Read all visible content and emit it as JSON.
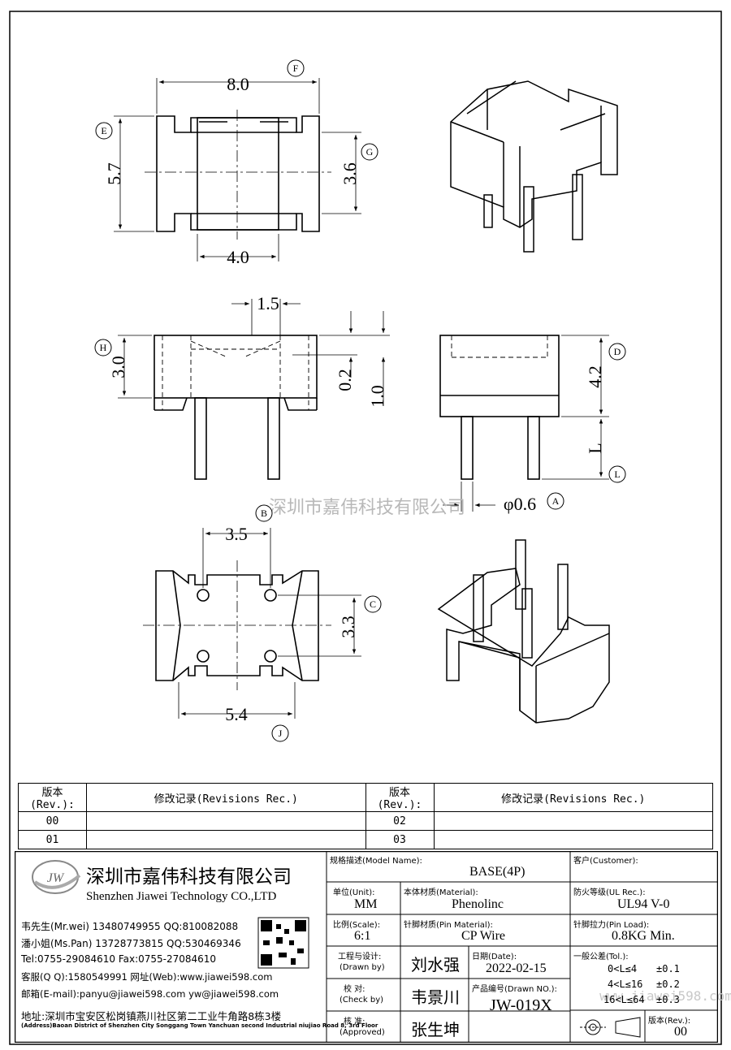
{
  "watermark": "深圳市嘉伟科技有限公司",
  "watermark2": "www.jiawei598.com",
  "dimensions": {
    "top_width": "8.0",
    "top_height": "5.7",
    "top_inner_height": "3.6",
    "top_inner_width": "4.0",
    "front_pin_spacing": "1.5",
    "front_height": "3.0",
    "front_dim_small": "0.2",
    "front_dim_1": "1.0",
    "side_height": "4.2",
    "side_pin_length": "L",
    "pin_diameter": "φ0.6",
    "bottom_pin_span": "3.5",
    "bottom_pin_height": "3.3",
    "bottom_width": "5.4"
  },
  "callouts": [
    "F",
    "E",
    "G",
    "H",
    "D",
    "L",
    "A",
    "B",
    "C",
    "J"
  ],
  "revisions": {
    "rev_header": "版本(Rev.):",
    "rec_header": "修改记录(Revisions Rec.)",
    "rows": [
      {
        "rev_left": "00",
        "rec_left": "",
        "rev_right": "02",
        "rec_right": ""
      },
      {
        "rev_left": "01",
        "rec_left": "",
        "rev_right": "03",
        "rec_right": ""
      }
    ]
  },
  "company": {
    "logo_text": "JW",
    "name_cn": "深圳市嘉伟科技有限公司",
    "name_en": "Shenzhen Jiawei Technology CO.,LTD",
    "contacts": [
      "韦先生(Mr.wei) 13480749955 QQ:810082088",
      "潘小姐(Ms.Pan) 13728773815 QQ:530469346",
      "Tel:0755-29084610      Fax:0755-27084610",
      "客服(Q Q):1580549991   网址(Web):www.jiawei598.com",
      "邮箱(E-mail):panyu@jiawei598.com  yw@jiawei598.com"
    ],
    "address_cn": "地址:深圳市宝安区松岗镇燕川社区第二工业牛角路8栋3楼",
    "address_en": "(Address)Baoan District of Shenzhen City Songgang Town Yanchuan  second Industrial niujiao Road 8, 3rd Floor"
  },
  "title_block": {
    "model_label": "规格描述(Model Name):",
    "model_value": "BASE(4P)",
    "customer_label": "客户(Customer):",
    "customer_value": "",
    "unit_label": "单位(Unit):",
    "unit_value": "MM",
    "material_label": "本体材质(Material):",
    "material_value": "Phenolinc",
    "ul_label": "防火等级(UL Rec.):",
    "ul_value": "UL94 V-0",
    "scale_label": "比例(Scale):",
    "scale_value": "6:1",
    "pin_material_label": "针脚材质(Pin Material):",
    "pin_material_value": "CP Wire",
    "pin_load_label": "针脚拉力(Pin Load):",
    "pin_load_value": "0.8KG Min.",
    "drawn_label": "工程与设计:",
    "drawn_label_en": "(Drawn by)",
    "drawn_value": "刘水强",
    "date_label": "日期(Date):",
    "date_value": "2022-02-15",
    "tol_label": "一般公差(Tol.):",
    "tol_rows": [
      {
        "range": "0<L≤4",
        "tol": "±0.1"
      },
      {
        "range": "4<L≤16",
        "tol": "±0.2"
      },
      {
        "range": "16<L≤64",
        "tol": "±0.3"
      }
    ],
    "check_label": "校  对:",
    "check_label_en": "(Check by)",
    "check_value": "韦景川",
    "drawing_no_label": "产品编号(Drawn NO.):",
    "drawing_no_value": "JW-019X",
    "approve_label": "核  准:",
    "approve_label_en": "(Approved)",
    "approve_value": "张生坤",
    "rev_label": "版本(Rev.):",
    "rev_value": "00"
  }
}
